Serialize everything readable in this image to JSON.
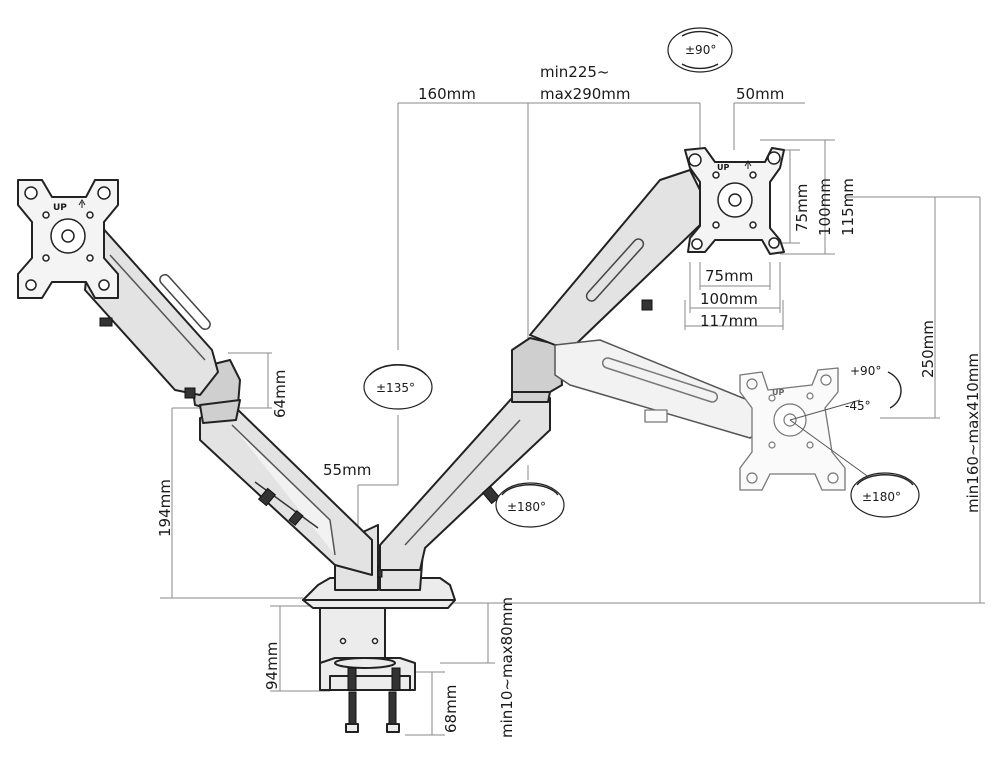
{
  "dimensions": {
    "d160": "160mm",
    "min225": "min225~",
    "max290": "max290mm",
    "d50": "50mm",
    "v75": "75mm",
    "v100": "100mm",
    "v115": "115mm",
    "h75": "75mm",
    "h100": "100mm",
    "h117": "117mm",
    "d250": "250mm",
    "tall": "min160~max410mm",
    "d64": "64mm",
    "d194": "194mm",
    "d55": "55mm",
    "d94": "94mm",
    "d68": "68mm",
    "desk": "min10~max80mm"
  },
  "angles": {
    "tilt_top": "±90°",
    "swivel_center": "±135°",
    "swivel_mid": "±180°",
    "plus90": "+90°",
    "minus45": "-45°",
    "rotate_plate": "±180°"
  },
  "plate_labels": {
    "left_up": "UP",
    "right_up": "UP",
    "faded_up": "UP"
  }
}
